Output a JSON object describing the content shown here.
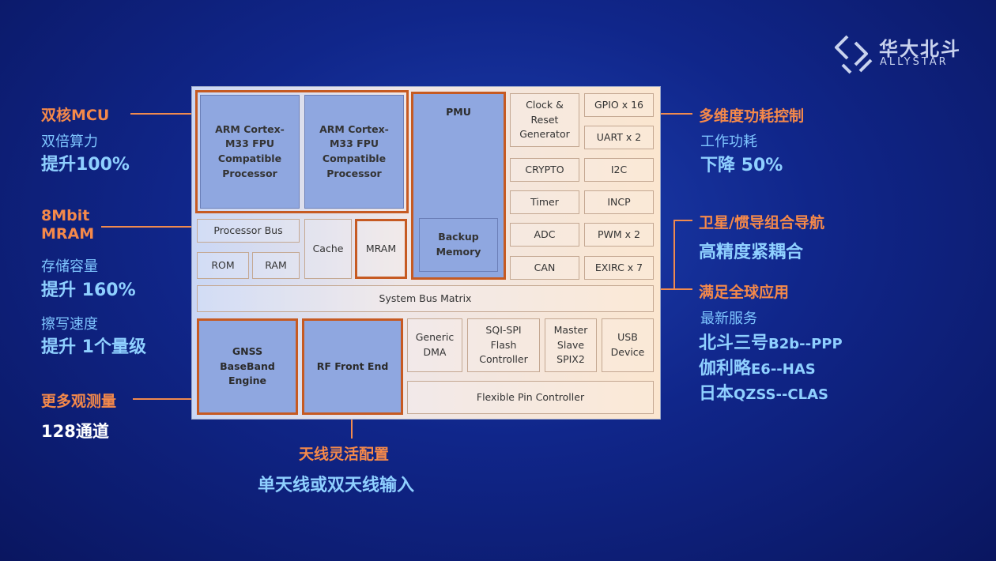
{
  "logo": {
    "cn": "华大北斗",
    "en": "ALLYSTAR"
  },
  "diagram": {
    "cpu1": [
      "ARM Cortex-",
      "M33 FPU",
      "Compatible",
      "Processor"
    ],
    "cpu2": [
      "ARM Cortex-",
      "M33 FPU",
      "Compatible",
      "Processor"
    ],
    "pmu": "PMU",
    "backup": [
      "Backup",
      "Memory"
    ],
    "clock": [
      "Clock &",
      "Reset",
      "Generator"
    ],
    "periph_right": [
      "GPIO x 16",
      "UART x 2",
      "I2C",
      "INCP",
      "PWM x 2",
      "EXIRC x 7"
    ],
    "periph_mid": [
      "CRYPTO",
      "Timer",
      "ADC",
      "CAN"
    ],
    "processor_bus": "Processor Bus",
    "rom": "ROM",
    "ram": "RAM",
    "cache": "Cache",
    "mram": "MRAM",
    "system_bus": "System Bus Matrix",
    "gnss": [
      "GNSS",
      "BaseBand",
      "Engine"
    ],
    "rf": "RF Front End",
    "dma": [
      "Generic",
      "DMA"
    ],
    "sqi": [
      "SQI-SPI",
      "Flash",
      "Controller"
    ],
    "spix": [
      "Master",
      "Slave",
      "SPIX2"
    ],
    "usb": [
      "USB",
      "Device"
    ],
    "pin": "Flexible Pin Controller"
  },
  "left_labels": {
    "dual_core": "双核MCU",
    "dual_perf": "双倍算力",
    "perf_up": "提升100%",
    "mram_1": "8Mbit",
    "mram_2": "MRAM",
    "storage": "存储容量",
    "storage_up": "提升 160%",
    "write_speed": "擦写速度",
    "write_up": "提升 1个量级",
    "more_obs": "更多观测量",
    "channels": "128通道"
  },
  "bottom_labels": {
    "antenna": "天线灵活配置",
    "antenna_input": "单天线或双天线输入"
  },
  "right_labels": {
    "power_ctrl": "多维度功耗控制",
    "work_power": "工作功耗",
    "power_down": "下降 50%",
    "nav": "卫星/惯导组合导航",
    "coupling": "高精度紧耦合",
    "global": "满足全球应用",
    "service": "最新服务",
    "bds_cn": "北斗三号",
    "bds_en": "B2b--PPP",
    "gal_cn": "伽利略",
    "gal_en": "E6--HAS",
    "jp_cn": "日本",
    "jp_en": "QZSS--CLAS"
  },
  "colors": {
    "accent_orange": "#c65a22",
    "label_orange": "#f5894a",
    "label_blue": "#8fd0ff",
    "block_blue": "#8fa7e0"
  }
}
